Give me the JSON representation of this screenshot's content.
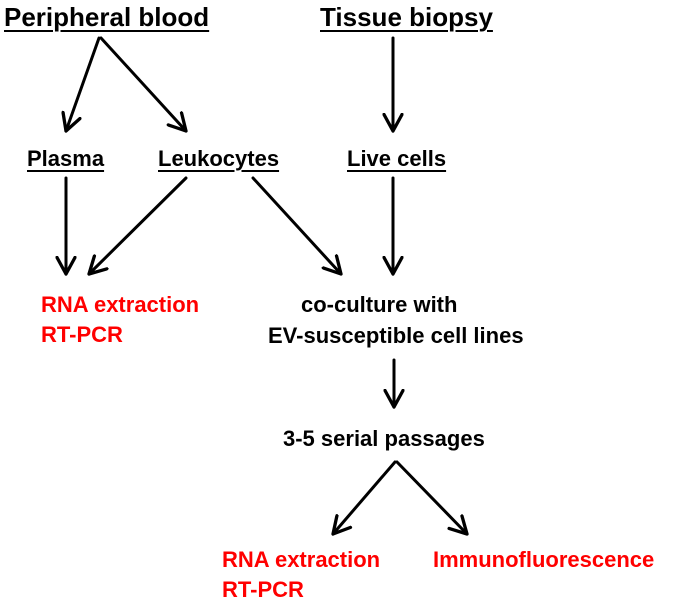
{
  "colors": {
    "text": "#000000",
    "highlight": "#ff0000",
    "arrow": "#000000"
  },
  "sources": {
    "peripheral_blood": "Peripheral blood",
    "tissue_biopsy": "Tissue biopsy"
  },
  "fractions": {
    "plasma": "Plasma",
    "leukocytes": "Leukocytes",
    "live_cells": "Live cells"
  },
  "direct_analysis": {
    "line1": "RNA extraction",
    "line2": "RT-PCR"
  },
  "culture": {
    "line1": "co-culture with",
    "line2": "EV-susceptible cell lines"
  },
  "passages": "3-5 serial passages",
  "final_analysis": {
    "rna_line1": "RNA extraction",
    "rna_line2": "RT-PCR",
    "immuno": "Immunofluorescence"
  }
}
